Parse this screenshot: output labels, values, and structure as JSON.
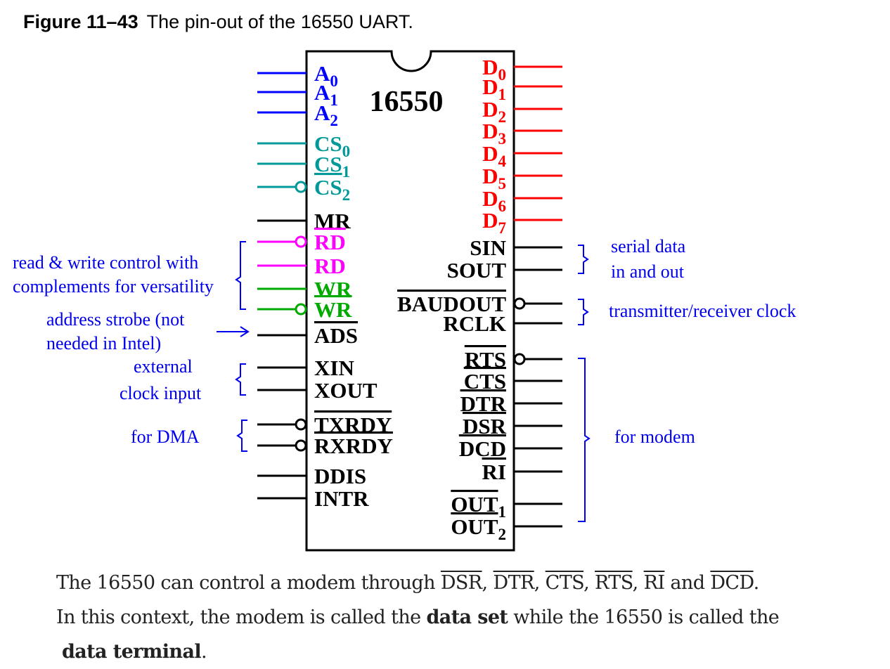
{
  "title": {
    "figure": "Figure 11–43",
    "caption": "The pin-out of the 16550 UART."
  },
  "chip": {
    "name": "16550"
  },
  "colors": {
    "address": "#0000ff",
    "chip_select": "#009999",
    "read": "#ff00ff",
    "write": "#00aa00",
    "data": "#ff0000",
    "other": "#000000",
    "annotation": "#0000ee"
  },
  "left_pins": [
    {
      "name": "A",
      "sub": "0",
      "color": "address",
      "bar": false,
      "bubble": false
    },
    {
      "name": "A",
      "sub": "1",
      "color": "address",
      "bar": false,
      "bubble": false
    },
    {
      "name": "A",
      "sub": "2",
      "color": "address",
      "bar": false,
      "bubble": false
    },
    {
      "name": "CS",
      "sub": "0",
      "color": "chip_select",
      "bar": false,
      "bubble": false
    },
    {
      "name": "CS",
      "sub": "1",
      "color": "chip_select",
      "bar": false,
      "bubble": false
    },
    {
      "name": "CS",
      "sub": "2",
      "color": "chip_select",
      "bar": true,
      "bubble": true
    },
    {
      "name": "MR",
      "sub": "",
      "color": "other",
      "bar": false,
      "bubble": false
    },
    {
      "name": "RD",
      "sub": "",
      "color": "read",
      "bar": true,
      "bubble": true
    },
    {
      "name": "RD",
      "sub": "",
      "color": "read",
      "bar": false,
      "bubble": false
    },
    {
      "name": "WR",
      "sub": "",
      "color": "write",
      "bar": false,
      "bubble": false
    },
    {
      "name": "WR",
      "sub": "",
      "color": "write",
      "bar": true,
      "bubble": true
    },
    {
      "name": "ADS",
      "sub": "",
      "color": "other",
      "bar": true,
      "bubble": false
    },
    {
      "name": "XIN",
      "sub": "",
      "color": "other",
      "bar": false,
      "bubble": false
    },
    {
      "name": "XOUT",
      "sub": "",
      "color": "other",
      "bar": false,
      "bubble": false
    },
    {
      "name": "TXRDY",
      "sub": "",
      "color": "other",
      "bar": true,
      "bubble": true
    },
    {
      "name": "RXRDY",
      "sub": "",
      "color": "other",
      "bar": true,
      "bubble": true
    },
    {
      "name": "DDIS",
      "sub": "",
      "color": "other",
      "bar": false,
      "bubble": false
    },
    {
      "name": "INTR",
      "sub": "",
      "color": "other",
      "bar": false,
      "bubble": false
    }
  ],
  "right_pins": [
    {
      "name": "D",
      "sub": "0",
      "color": "data",
      "bar": false,
      "bubble": false
    },
    {
      "name": "D",
      "sub": "1",
      "color": "data",
      "bar": false,
      "bubble": false
    },
    {
      "name": "D",
      "sub": "2",
      "color": "data",
      "bar": false,
      "bubble": false
    },
    {
      "name": "D",
      "sub": "3",
      "color": "data",
      "bar": false,
      "bubble": false
    },
    {
      "name": "D",
      "sub": "4",
      "color": "data",
      "bar": false,
      "bubble": false
    },
    {
      "name": "D",
      "sub": "5",
      "color": "data",
      "bar": false,
      "bubble": false
    },
    {
      "name": "D",
      "sub": "6",
      "color": "data",
      "bar": false,
      "bubble": false
    },
    {
      "name": "D",
      "sub": "7",
      "color": "data",
      "bar": false,
      "bubble": false
    },
    {
      "name": "SIN",
      "sub": "",
      "color": "other",
      "bar": false,
      "bubble": false
    },
    {
      "name": "SOUT",
      "sub": "",
      "color": "other",
      "bar": false,
      "bubble": false
    },
    {
      "name": "BAUDOUT",
      "sub": "",
      "color": "other",
      "bar": true,
      "bubble": true
    },
    {
      "name": "RCLK",
      "sub": "",
      "color": "other",
      "bar": false,
      "bubble": false
    },
    {
      "name": "RTS",
      "sub": "",
      "color": "other",
      "bar": true,
      "bubble": true
    },
    {
      "name": "CTS",
      "sub": "",
      "color": "other",
      "bar": true,
      "bubble": false
    },
    {
      "name": "DTR",
      "sub": "",
      "color": "other",
      "bar": true,
      "bubble": false
    },
    {
      "name": "DSR",
      "sub": "",
      "color": "other",
      "bar": true,
      "bubble": false
    },
    {
      "name": "DCD",
      "sub": "",
      "color": "other",
      "bar": true,
      "bubble": false
    },
    {
      "name": "RI",
      "sub": "",
      "color": "other",
      "bar": true,
      "bubble": false
    },
    {
      "name": "OUT",
      "sub": "1",
      "color": "other",
      "bar": true,
      "bubble": false
    },
    {
      "name": "OUT",
      "sub": "2",
      "color": "other",
      "bar": true,
      "bubble": false
    }
  ],
  "annotations": {
    "rw_line1": "read & write control with",
    "rw_line2": "complements for versatility",
    "ads_line1": "address strobe (not",
    "ads_line2": "needed in Intel)",
    "clk_line1": "external",
    "clk_line2": "clock input",
    "dma": "for DMA",
    "serial_line1": "serial data",
    "serial_line2": "in and out",
    "txrx_clock": "transmitter/receiver clock",
    "modem": "for modem"
  },
  "paragraph": {
    "p1": "The 16550 can control a modem through ",
    "s1": "DSR",
    "c1": ", ",
    "s2": "DTR",
    "c2": ", ",
    "s3": "CTS",
    "c3": ", ",
    "s4": "RTS",
    "c4": ", ",
    "s5": "RI",
    "c5": " and ",
    "s6": "DCD",
    "c6": ".",
    "p2": "In this context, the modem is called the ",
    "b1": "data set",
    "p3": " while the 16550 is called the",
    "b2": "data terminal",
    "p4": "."
  }
}
